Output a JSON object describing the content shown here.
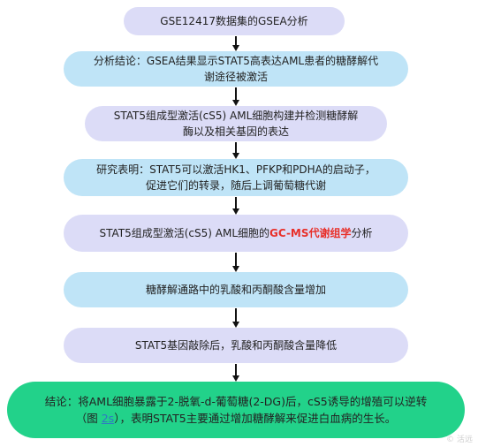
{
  "steps": [
    {
      "id": "s1",
      "lines": [
        "GSE12417数据集的GSEA分析"
      ]
    },
    {
      "id": "s2",
      "lines": [
        "分析结论：GSEA结果显示STAT5高表达AML患者的糖酵解代",
        "谢途径被激活"
      ]
    },
    {
      "id": "s3",
      "lines": [
        "STAT5组成型激活(cS5) AML细胞构建并检测糖酵解",
        "酶以及相关基因的表达"
      ]
    },
    {
      "id": "s4",
      "lines": [
        "研究表明：STAT5可以激活HK1、PFKP和PDHA的启动子，",
        "促进它们的转录，随后上调葡萄糖代谢"
      ]
    },
    {
      "id": "s5",
      "prefix": "STAT5组成型激活(cS5) AML细胞的",
      "highlight": "GC-MS代谢组学",
      "suffix": "分析"
    },
    {
      "id": "s6",
      "lines": [
        "糖酵解通路中的乳酸和丙酮酸含量增加"
      ]
    },
    {
      "id": "s7",
      "lines": [
        "STAT5基因敲除后，乳酸和丙酮酸含量降低"
      ]
    }
  ],
  "conclusion": {
    "line1": "结论：将AML细胞暴露于2-脱氧-d-葡萄糖(2-DG)后，cS5诱导的增殖可以逆转",
    "line2_prefix": "（图  ",
    "line2_link": "2s",
    "line2_suffix": "），表明STAT5主要通过增加糖酵解来促进白血病的生长。"
  },
  "colors": {
    "lavender": "#dcdcf7",
    "light_blue": "#bfe4f7",
    "green": "#22d28a",
    "highlight_red": "#e8302a",
    "link_blue": "#2f78c4",
    "arrow": "#111111"
  },
  "watermark": "© 活远"
}
